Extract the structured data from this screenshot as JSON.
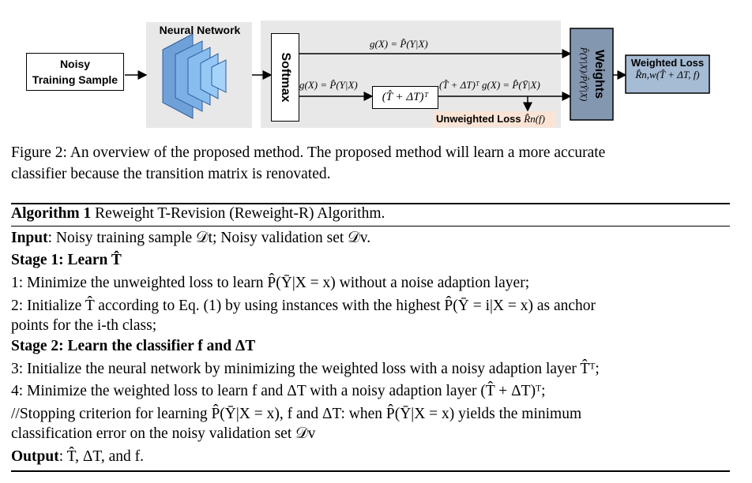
{
  "diagram": {
    "input_box": "Noisy Training Sample",
    "input_line1": "Noisy",
    "input_line2": "Training Sample",
    "nn_label": "Neural Network",
    "softmax_label": "Softmax",
    "top_eq": "g(X) = P̂(Y|X)",
    "mid_eq": "g(X) = P̂(Y|X)",
    "transition_box": "(T̂ + ΔT)ᵀ",
    "transition_out": "(T̂ + ΔT)ᵀ g(X) = P̂(Ȳ|X)",
    "unweighted_loss": "Unweighted Loss",
    "unweighted_sym": "R̂n(f)",
    "weights_label": "Weights",
    "weights_formula": "P̂(Y|X)/P̂(Ȳ|X)",
    "weighted_loss": "Weighted Loss",
    "weighted_sym": "R̂n,w(T̂ + ΔT, f)",
    "colors": {
      "panel": "#e8e8e8",
      "weights": "#8497b0",
      "accent_loss": "#fbe4d5",
      "weighted_box": "#a6bbd4"
    }
  },
  "caption": "Figure 2: An overview of the proposed method. The proposed method will learn a more accurate classifier because the transition matrix is renovated.",
  "caption_line1": "Figure 2: An overview of the proposed method. The proposed method will learn a more accurate",
  "caption_line2": "classifier because the transition matrix is renovated.",
  "algorithm": {
    "title_label": "Algorithm 1",
    "title_text": "Reweight T-Revision (Reweight-R) Algorithm.",
    "input_label": "Input",
    "input_text": ": Noisy training sample 𝒟t; Noisy validation set 𝒟v.",
    "stage1": "Stage 1: Learn T̂",
    "step1": "1: Minimize the unweighted loss to learn P̂(Ȳ|X = x) without a noise adaption layer;",
    "step2a": "2: Initialize T̂ according to Eq. (1) by using instances with the highest P̂(Ȳ = i|X = x) as anchor",
    "step2b": "points for the i-th class;",
    "stage2": "Stage 2: Learn the classifier f and ΔT",
    "step3": "3: Initialize the neural network by minimizing the weighted loss with a noisy adaption layer T̂ᵀ;",
    "step4": "4: Minimize the weighted loss to learn f and ΔT with a noisy adaption layer (T̂ + ΔT)ᵀ;",
    "stop_a": "//Stopping criterion for learning P̂(Ȳ|X = x), f and ΔT: when P̂(Ȳ|X = x) yields the minimum",
    "stop_b": "classification error on the noisy validation set 𝒟v",
    "output_label": "Output",
    "output_text": ": T̂, ΔT, and f."
  }
}
